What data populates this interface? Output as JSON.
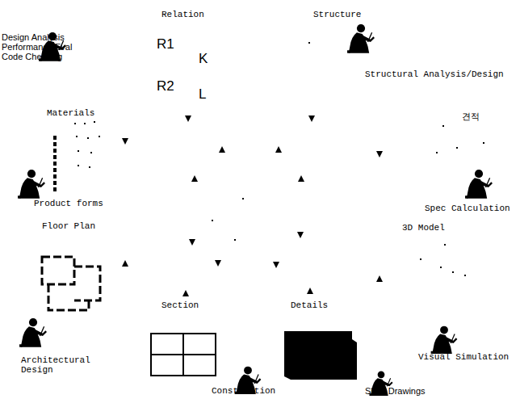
{
  "diagram": {
    "labels": [
      "Relation",
      "Structure",
      "Design Analysis Performance Eval Code Checking",
      "R1",
      "K",
      "R2",
      "L",
      "Materials",
      "Structural Analysis/Design",
      "견적",
      "Product forms",
      "Spec Calculation",
      "Floor Plan",
      "3D Model",
      "Section",
      "Details",
      "Architectural Design",
      "Construction",
      "Shop Drawings",
      "Visual Simulation"
    ]
  }
}
